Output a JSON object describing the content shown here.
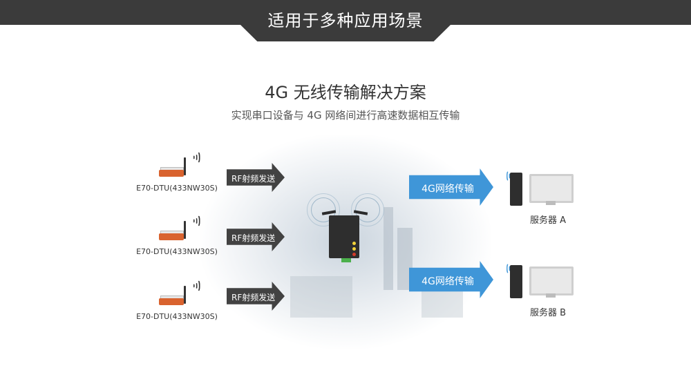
{
  "header": {
    "title": "适用于多种应用场景"
  },
  "main": {
    "title": "4G 无线传输解决方案",
    "subtitle": "实现串口设备与 4G 网络间进行高速数据相互传输"
  },
  "transmitters": [
    {
      "label": "E70-DTU(433NW30S)"
    },
    {
      "label": "E70-DTU(433NW30S)"
    },
    {
      "label": "E70-DTU(433NW30S)"
    }
  ],
  "rf_arrows": [
    {
      "label": "RF射频发送"
    },
    {
      "label": "RF射频发送"
    },
    {
      "label": "RF射频发送"
    }
  ],
  "net_arrows": [
    {
      "label": "4G网络传输"
    },
    {
      "label": "4G网络传输"
    }
  ],
  "servers": [
    {
      "label": "服务器 A"
    },
    {
      "label": "服务器 B"
    }
  ],
  "colors": {
    "header_bg": "#3b3b3b",
    "accent_blue": "#3f96d8",
    "device_orange": "#d9632f",
    "arrow_dark": "#424242"
  },
  "icons": {
    "wifi_signal": "wifi-signal-icon",
    "antenna": "antenna-icon",
    "server_tower": "server-tower-icon",
    "monitor": "monitor-icon"
  }
}
